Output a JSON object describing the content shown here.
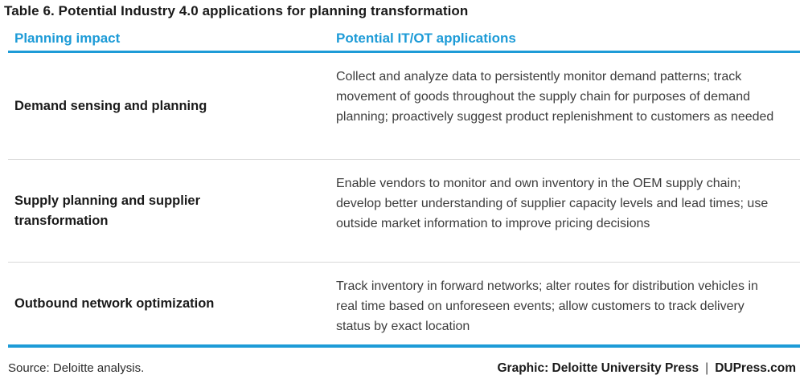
{
  "title": "Table 6. Potential Industry 4.0 applications for planning transformation",
  "table": {
    "columns": [
      {
        "label": "Planning impact"
      },
      {
        "label": "Potential IT/OT applications"
      }
    ],
    "rows": [
      {
        "impact": "Demand sensing and planning",
        "applications": "Collect and analyze data to persistently monitor demand patterns; track movement of goods throughout the supply chain for purposes of demand planning; proactively suggest product replenishment to customers as needed"
      },
      {
        "impact": "Supply planning and supplier transformation",
        "applications": "Enable vendors to monitor and own inventory in the OEM supply chain; develop better understanding of supplier capacity levels and lead times; use outside market information to improve pricing decisions"
      },
      {
        "impact": "Outbound network optimization",
        "applications": "Track inventory in forward networks; alter routes for distribution vehicles in real time based on unforeseen events; allow customers to track delivery status by exact location"
      }
    ]
  },
  "footer": {
    "source": "Source: Deloitte analysis.",
    "credit": "Graphic: Deloitte University Press",
    "separator": "|",
    "site": "DUPress.com"
  },
  "colors": {
    "accent": "#1d9bd7",
    "divider": "#d8d8d8",
    "heading_text": "#1a1a1a",
    "body_text": "#3d3d3d"
  }
}
